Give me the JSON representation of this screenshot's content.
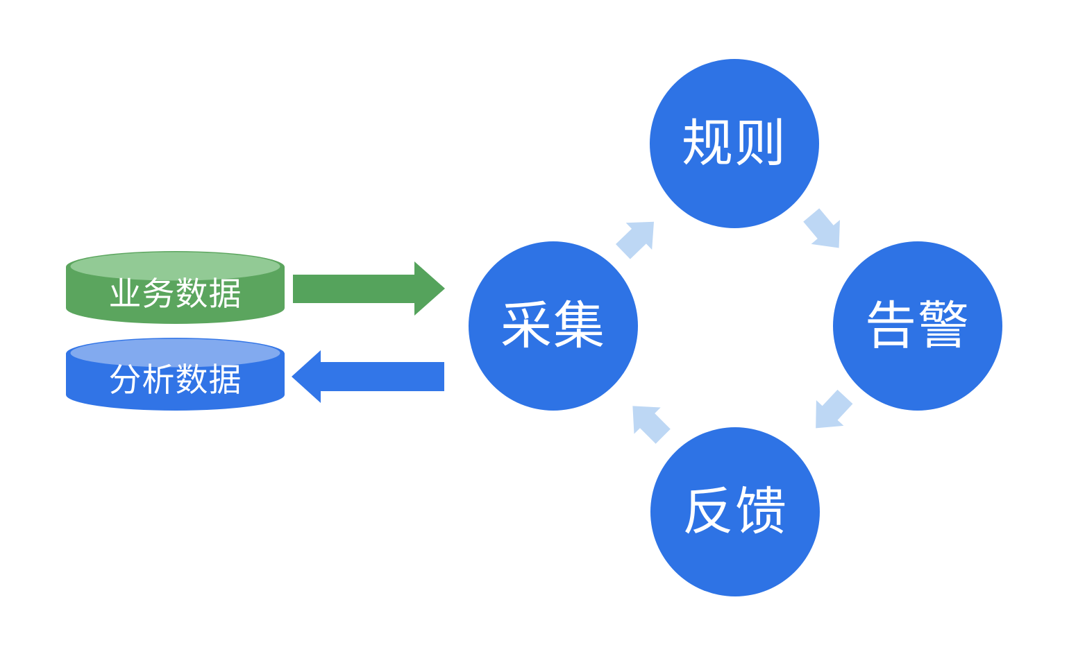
{
  "diagram": {
    "background_color": "#FFFFFF",
    "datastores": [
      {
        "label": "业务数据",
        "shape": "cylinder",
        "body_color": "#5BA55E",
        "top_color": "#92CA95"
      },
      {
        "label": "分析数据",
        "shape": "cylinder",
        "body_color": "#3174E6",
        "top_color": "#82AAEF"
      }
    ],
    "flow_arrows": [
      {
        "name": "business-data-to-collect",
        "direction": "right",
        "color": "#55A35C"
      },
      {
        "name": "collect-to-analysis-data",
        "direction": "left",
        "color": "#3276E8"
      }
    ],
    "cycle": {
      "node_color": "#2E73E5",
      "node_text_color": "#FFFFFF",
      "arrow_color": "#BDD7F4",
      "order": "采集 → 规则 → 告警 → 反馈 → 采集",
      "nodes": [
        {
          "label": "采集",
          "position": "left"
        },
        {
          "label": "规则",
          "position": "top"
        },
        {
          "label": "告警",
          "position": "right"
        },
        {
          "label": "反馈",
          "position": "bottom"
        }
      ]
    }
  }
}
